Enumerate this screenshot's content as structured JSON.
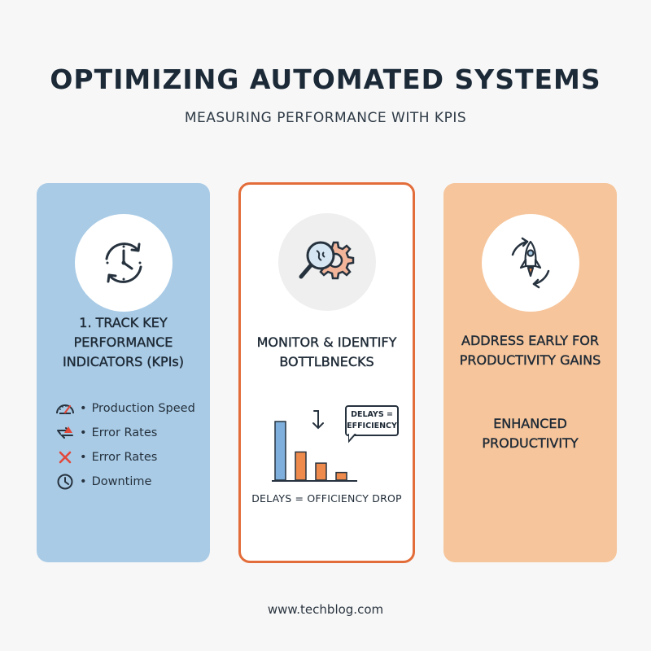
{
  "header": {
    "title": "OPTIMIZING AUTOMATED SYSTEMS",
    "subtitle": "MEASURING PERFORMANCE WITH KPIS"
  },
  "cards": [
    {
      "icon": "clock-refresh-icon",
      "heading_lines": [
        "1. TRACK KEY",
        "PERFORMANCE",
        "INDICATORS (KPIs)"
      ],
      "kpis": [
        {
          "icon": "speedometer-icon",
          "label": "Production Speed"
        },
        {
          "icon": "error-loop-icon",
          "label": "Error Rates"
        },
        {
          "icon": "red-x-icon",
          "label": "Error Rates"
        },
        {
          "icon": "clock-icon",
          "label": "Downtime"
        }
      ],
      "bullet": "•"
    },
    {
      "icon": "magnifier-gear-icon",
      "heading_lines": [
        "MONITOR & IDENTIFY",
        "BOTTLBNECKS"
      ],
      "callout_lines": [
        "DELAYS =",
        "EFFICIENCY"
      ],
      "caption": "DELAYS = OFFICIENCY DROP"
    },
    {
      "icon": "rocket-cycle-icon",
      "heading_lines": [
        "ADDRESS EARLY FOR",
        "PRODUCTIVITY GAINS"
      ],
      "result_lines": [
        "ENHANCED",
        "PRODUCTIVITY"
      ]
    }
  ],
  "chart_data": {
    "type": "bar",
    "categories": [
      "",
      "",
      "",
      ""
    ],
    "series": [
      {
        "values": [
          100,
          48,
          29,
          13
        ]
      }
    ],
    "colors": [
      "#7fb0dd",
      "#ee8a4c",
      "#ee8a4c",
      "#ee8a4c"
    ],
    "title": "",
    "xlabel": "",
    "ylabel": "",
    "ylim": [
      0,
      100
    ]
  },
  "footer": {
    "url": "www.techblog.com"
  },
  "colors": {
    "blue_card": "#a9cbe6",
    "orange_border": "#e36d3a",
    "peach_card": "#f6c59b",
    "text_dark": "#1e2a36"
  }
}
